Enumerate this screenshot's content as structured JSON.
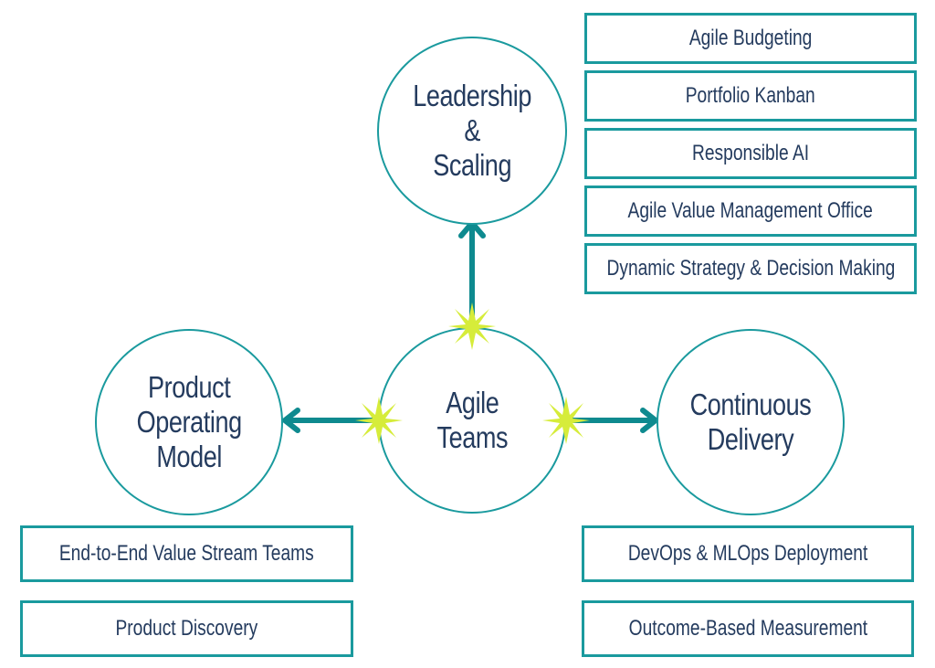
{
  "colors": {
    "teal": "#1a9a9e",
    "arrow": "#0e8a8f",
    "text": "#243b5e",
    "star": "#d6ec3a"
  },
  "center": {
    "label": "Agile\nTeams"
  },
  "nodes": {
    "leadership": {
      "label": "Leadership\n&\nScaling"
    },
    "product": {
      "label": "Product\nOperating\nModel"
    },
    "delivery": {
      "label": "Continuous\nDelivery"
    }
  },
  "leadership_items": [
    "Agile Budgeting",
    "Portfolio Kanban",
    "Responsible AI",
    "Agile Value Management Office",
    "Dynamic Strategy & Decision Making"
  ],
  "product_items": [
    "End-to-End Value Stream Teams",
    "Product Discovery"
  ],
  "delivery_items": [
    "DevOps & MLOps Deployment",
    "Outcome-Based Measurement"
  ],
  "icons": {
    "arrow": "arrow-icon",
    "star": "sparkle-star-icon"
  }
}
